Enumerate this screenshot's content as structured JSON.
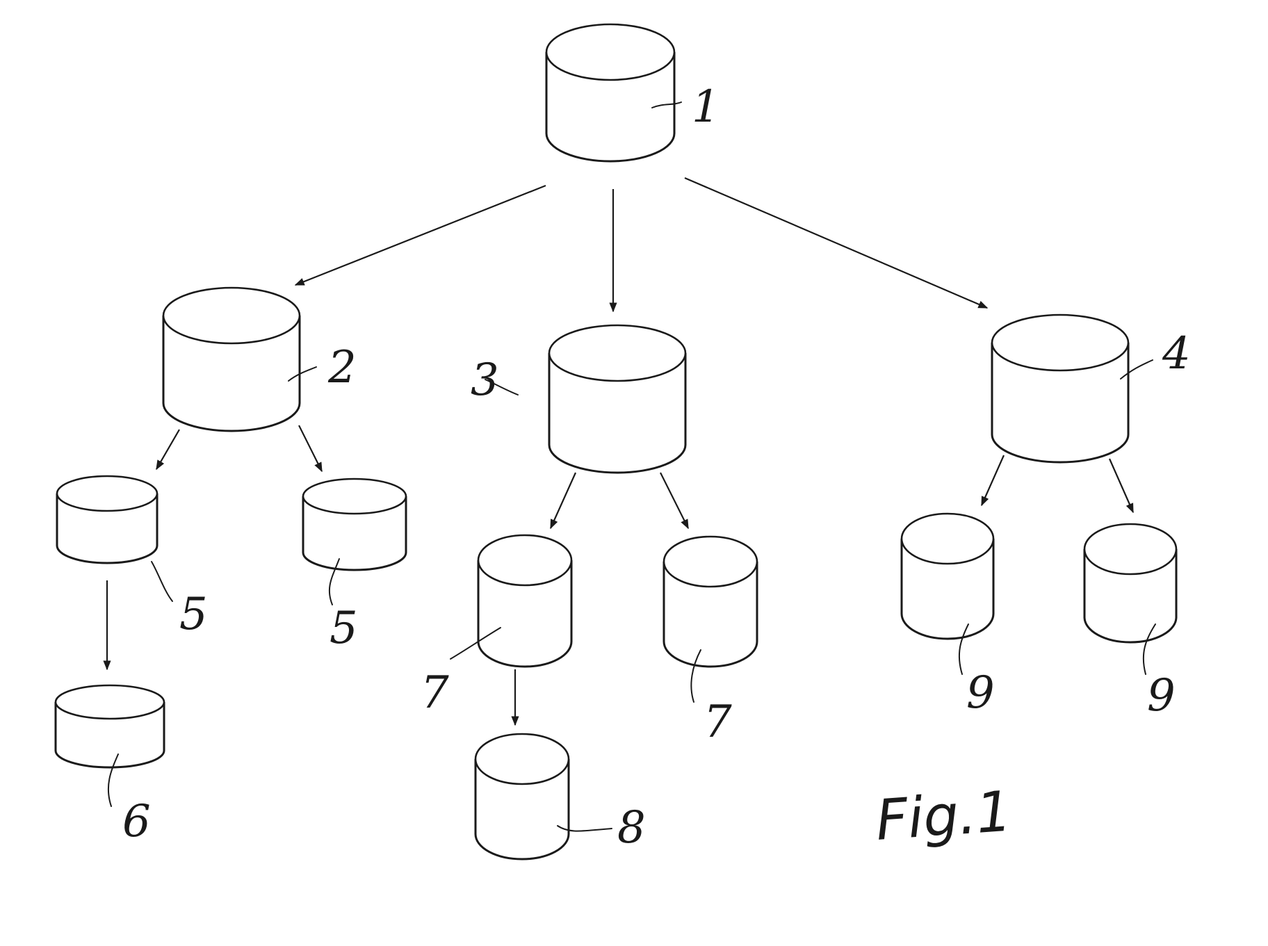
{
  "figure": {
    "caption": "Fig.1",
    "ink_color": "#1a1a1a",
    "background": "#ffffff"
  },
  "nodes": [
    {
      "id": "n1",
      "ref": "1"
    },
    {
      "id": "n2",
      "ref": "2"
    },
    {
      "id": "n3",
      "ref": "3"
    },
    {
      "id": "n4",
      "ref": "4"
    },
    {
      "id": "n5a",
      "ref": "5"
    },
    {
      "id": "n5b",
      "ref": "5"
    },
    {
      "id": "n6",
      "ref": "6"
    },
    {
      "id": "n7a",
      "ref": "7"
    },
    {
      "id": "n7b",
      "ref": "7"
    },
    {
      "id": "n8",
      "ref": "8"
    },
    {
      "id": "n9a",
      "ref": "9"
    },
    {
      "id": "n9b",
      "ref": "9"
    }
  ],
  "edges": [
    {
      "from": "n1",
      "to": "n2"
    },
    {
      "from": "n1",
      "to": "n3"
    },
    {
      "from": "n1",
      "to": "n4"
    },
    {
      "from": "n2",
      "to": "n5a"
    },
    {
      "from": "n2",
      "to": "n5b"
    },
    {
      "from": "n5a",
      "to": "n6"
    },
    {
      "from": "n3",
      "to": "n7a"
    },
    {
      "from": "n3",
      "to": "n7b"
    },
    {
      "from": "n7a",
      "to": "n8"
    },
    {
      "from": "n4",
      "to": "n9a"
    },
    {
      "from": "n4",
      "to": "n9b"
    }
  ]
}
